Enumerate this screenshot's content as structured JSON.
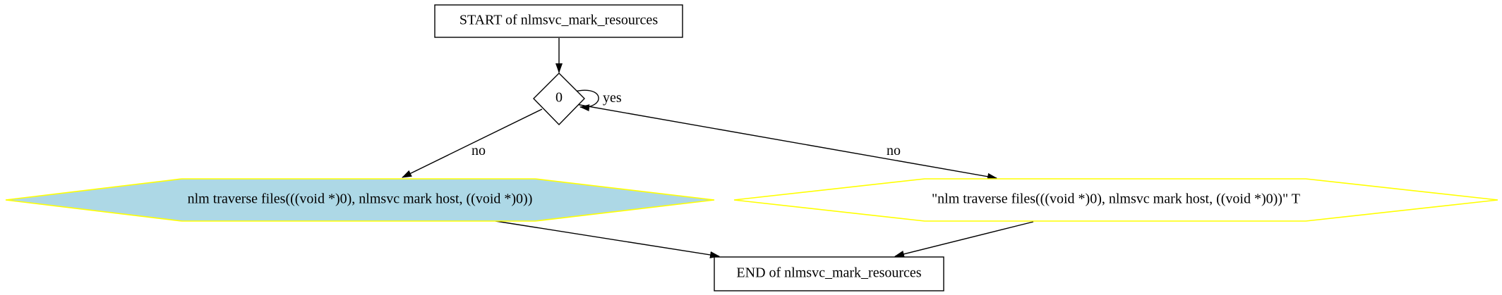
{
  "diagram": {
    "nodes": {
      "start": {
        "label": "START of nlmsvc_mark_resources"
      },
      "decision": {
        "label": "0"
      },
      "left_action": {
        "label": "nlm  traverse  files(((void *)0), nlmsvc  mark  host, ((void *)0))",
        "fill": "#add8e6",
        "stroke": "#ffff00"
      },
      "right_action": {
        "label": "\"nlm  traverse  files(((void *)0), nlmsvc  mark  host, ((void *)0))\"  T",
        "fill": "#ffffff",
        "stroke": "#ffff00"
      },
      "end": {
        "label": "END of nlmsvc_mark_resources"
      }
    },
    "edges": {
      "self_loop": {
        "label": "yes"
      },
      "to_left": {
        "label": "no"
      },
      "to_right": {
        "label": "no"
      }
    }
  }
}
